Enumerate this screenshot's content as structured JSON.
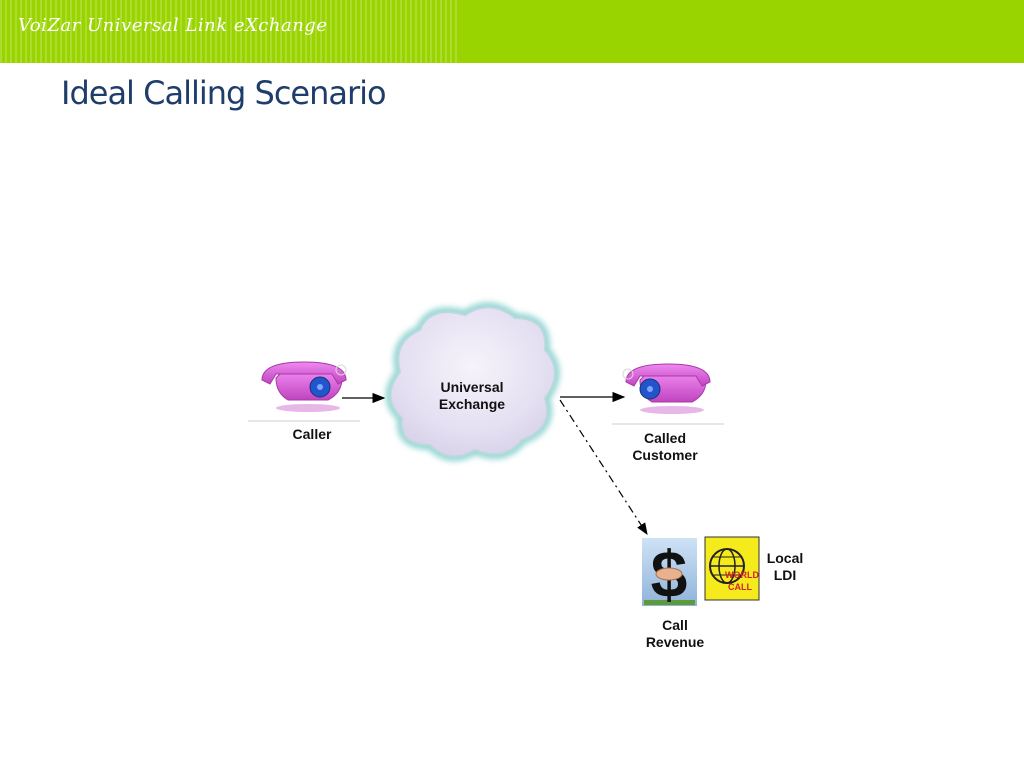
{
  "header": {
    "brand": "VoiZar Universal Link eXchange"
  },
  "slide": {
    "title": "Ideal Calling Scenario"
  },
  "diagram": {
    "caller_label": "Caller",
    "exchange_label": "Universal\nExchange",
    "called_label": "Called\nCustomer",
    "revenue_label": "Call\nRevenue",
    "ldi_label": "Local\nLDI",
    "worldcall_text_1": "WORLD",
    "worldcall_text_2": "CALL"
  },
  "colors": {
    "header_green": "#99d400",
    "title_blue": "#1f3d6b",
    "phone_pink": "#d95bd6",
    "dial_blue": "#2255cc",
    "cloud_lavender": "#e8e4f4",
    "cloud_glow": "#8fd3d0",
    "worldcall_yellow": "#f5ea1c"
  }
}
